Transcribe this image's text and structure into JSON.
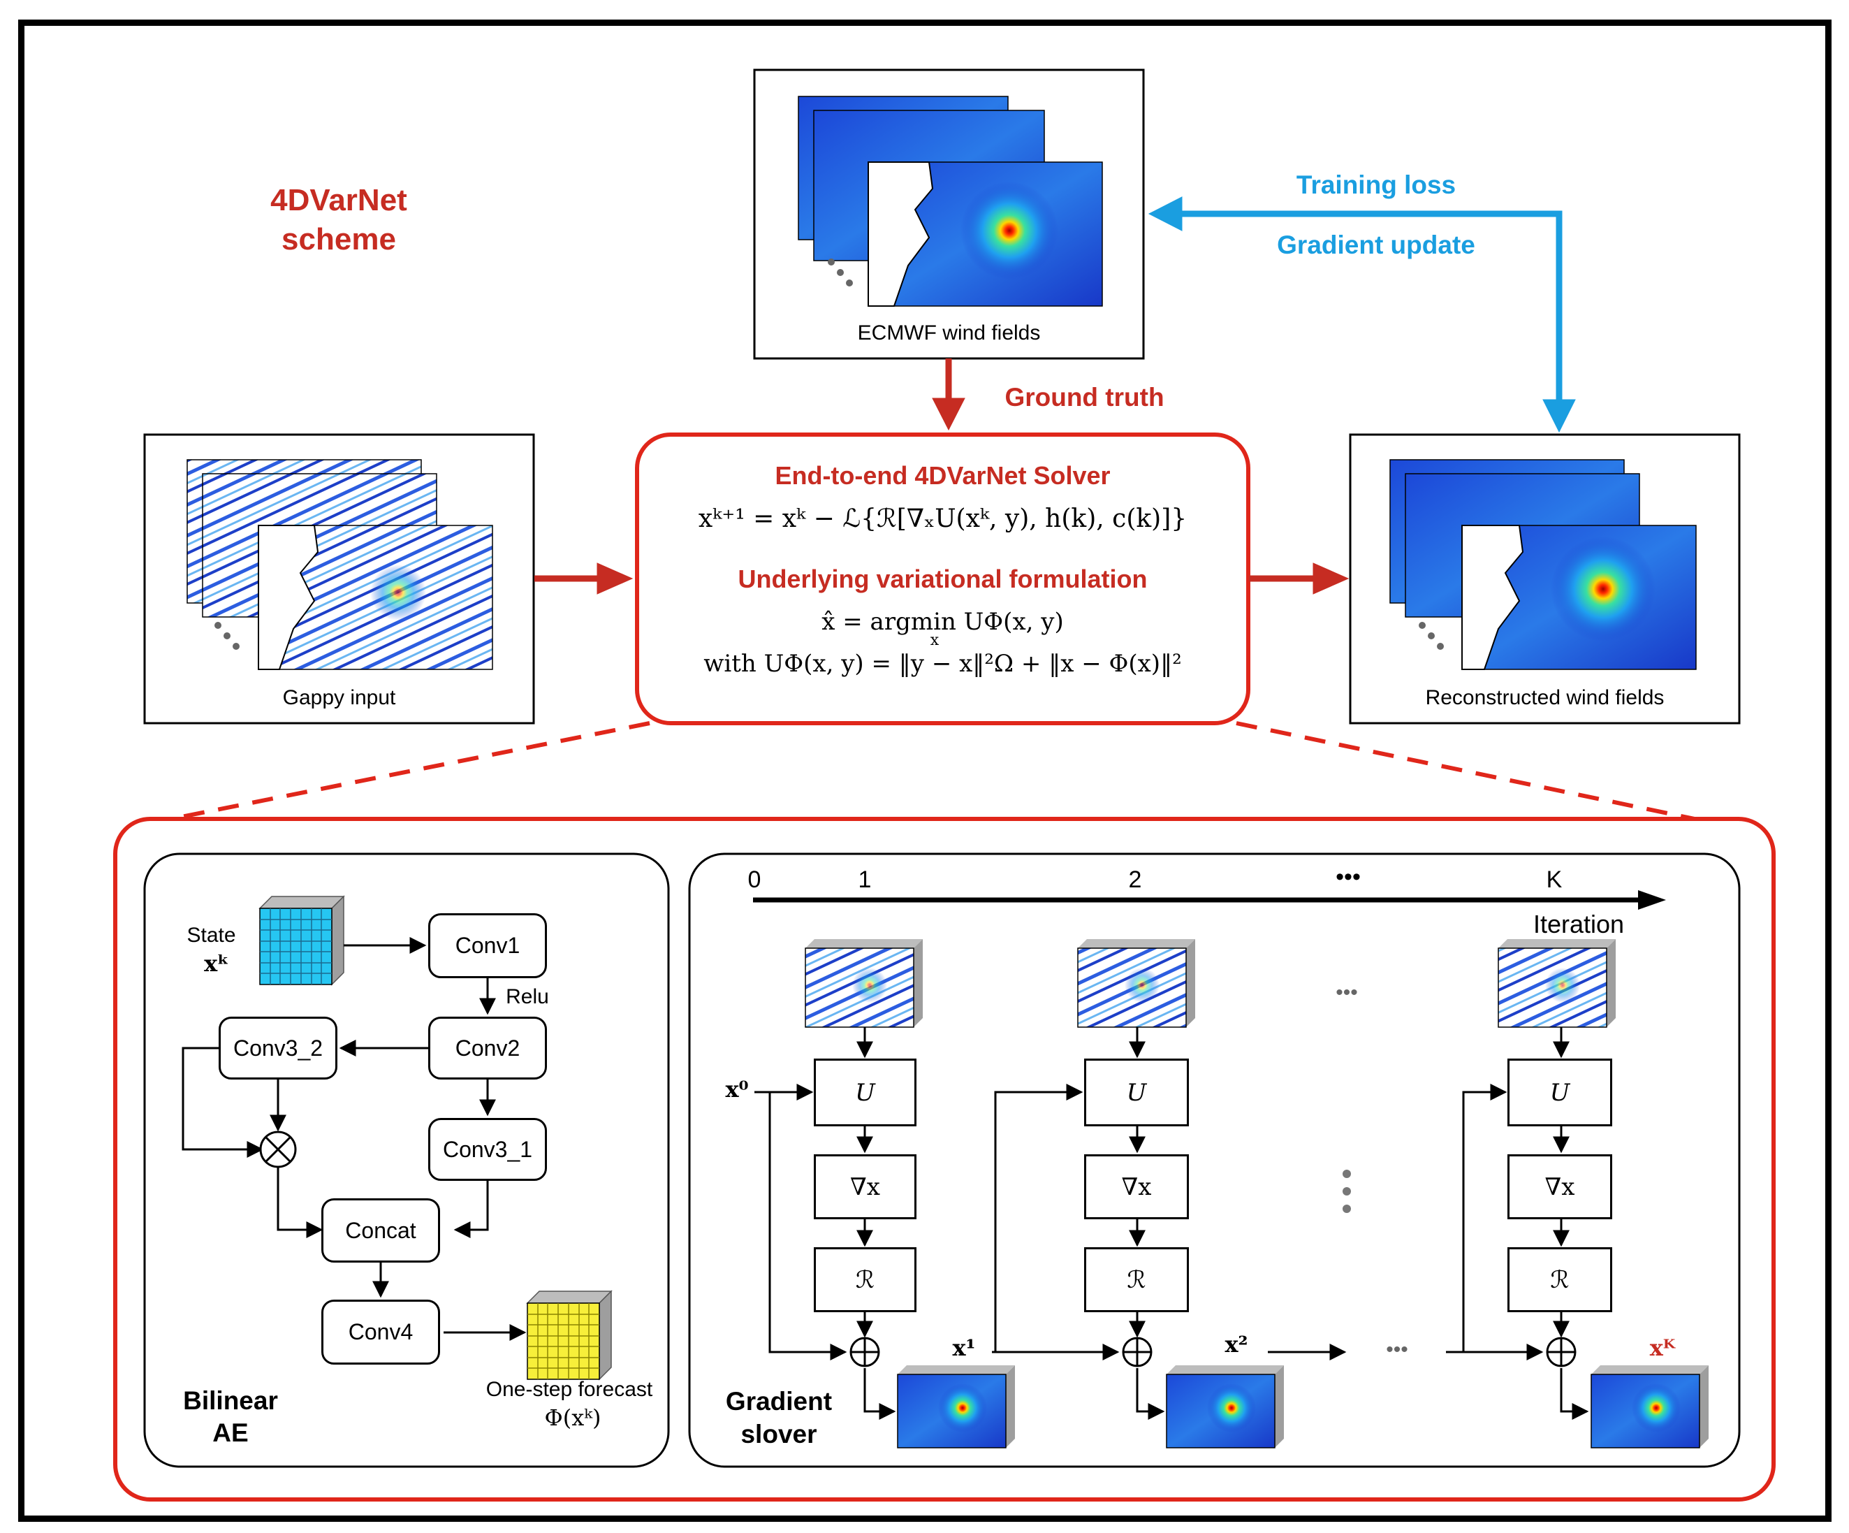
{
  "title": {
    "line1": "4DVarNet",
    "line2": "scheme"
  },
  "top_panel": {
    "caption": "ECMWF wind fields"
  },
  "left_panel": {
    "caption": "Gappy input"
  },
  "right_panel": {
    "caption": "Reconstructed wind fields"
  },
  "arrows": {
    "training_loss": "Training loss",
    "gradient_update": "Gradient update",
    "ground_truth": "Ground truth"
  },
  "solver": {
    "title": "End-to-end 4DVarNet Solver",
    "update_eq": "xᵏ⁺¹ = xᵏ − ℒ{ℛ[∇ₓU(xᵏ, y), h(k), c(k)]}",
    "subtitle": "Underlying variational formulation",
    "argmin_eq": "x̂ = argmin UΦ(x, y)",
    "argmin_sub": "x",
    "with_eq": "with  UΦ(x, y) = ‖y − x‖²Ω + ‖x − Φ(x)‖²"
  },
  "ae": {
    "state_label": "State",
    "state_var": "xᵏ",
    "conv1": "Conv1",
    "relu": "Relu",
    "conv2": "Conv2",
    "conv3_2": "Conv3_2",
    "conv3_1": "Conv3_1",
    "concat": "Concat",
    "conv4": "Conv4",
    "forecast_label": "One-step forecast",
    "forecast_var": "Φ(xᵏ)",
    "name_line1": "Bilinear",
    "name_line2": "AE"
  },
  "solver_detail": {
    "ticks": [
      "0",
      "1",
      "2",
      "•••",
      "K"
    ],
    "axis_label": "Iteration",
    "op_u": "U",
    "op_grad": "∇x",
    "op_r": "ℛ",
    "x0": "x⁰",
    "x1": "x¹",
    "x2": "x²",
    "xK": "xᴷ",
    "dots": "•••",
    "name_line1": "Gradient",
    "name_line2": "slover"
  },
  "colors": {
    "red": "#c62c22",
    "blue": "#1a9ee0",
    "grid_cyan": "#26c6f2",
    "grid_yellow": "#f7ef3a",
    "map_blue": "#1f4fd8"
  }
}
